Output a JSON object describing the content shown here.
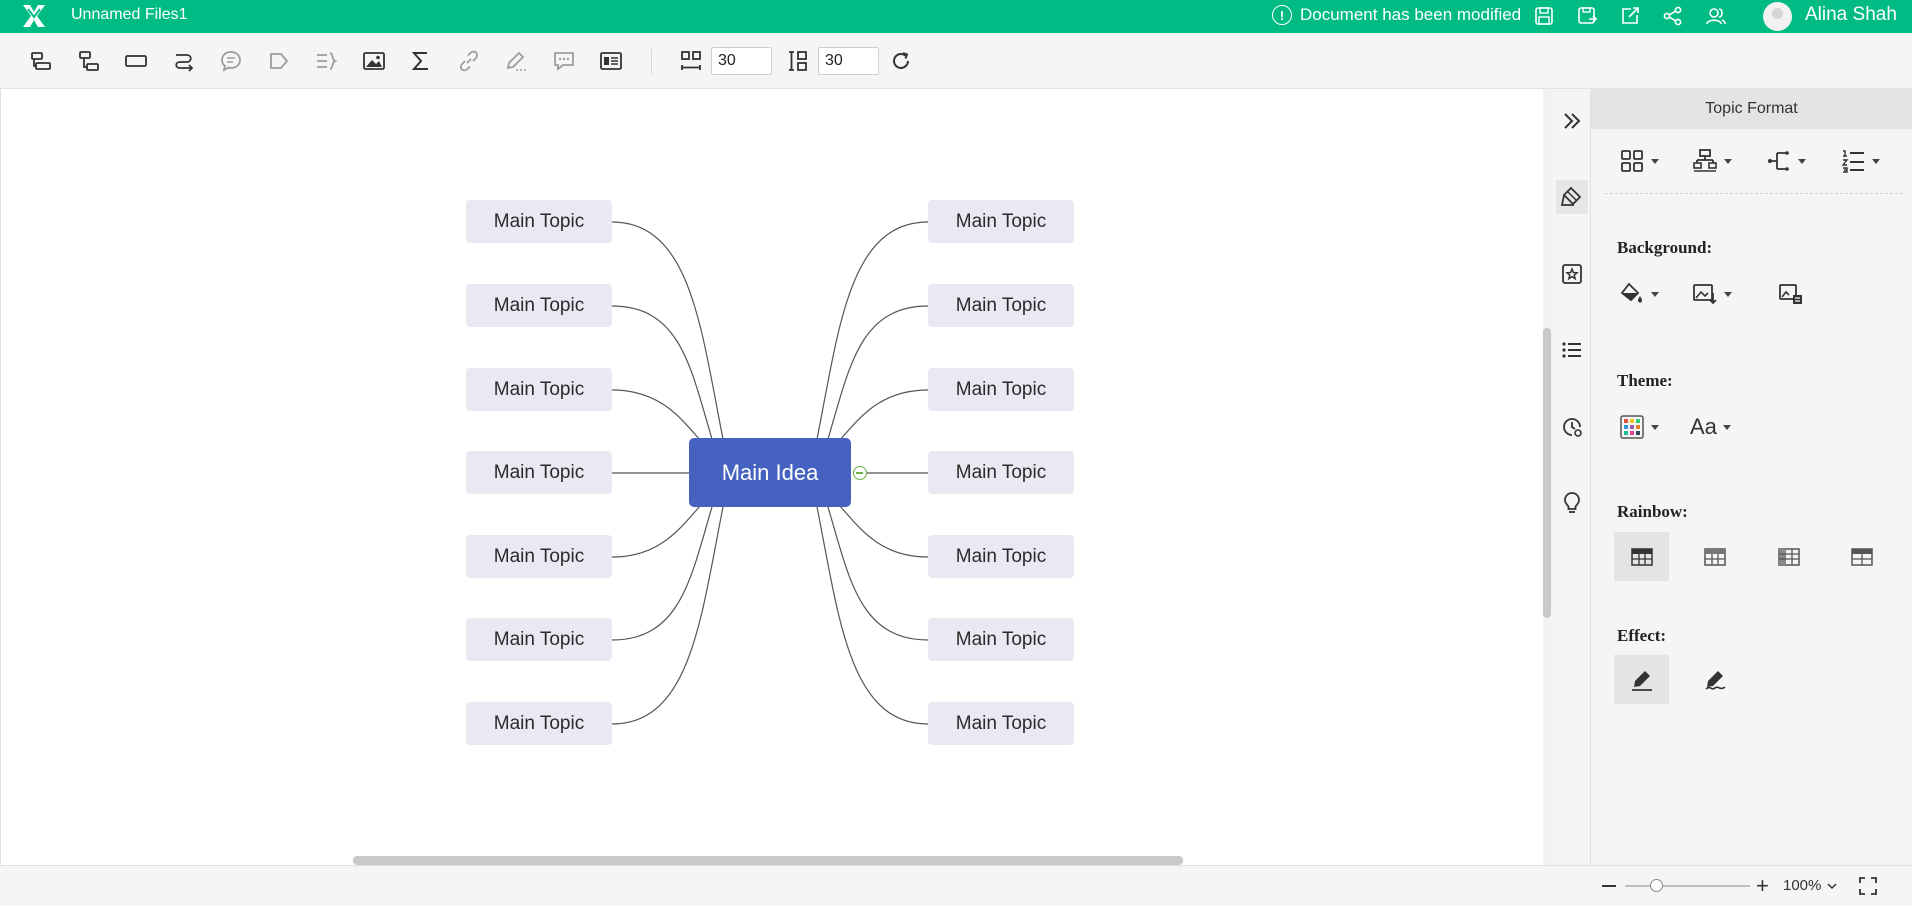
{
  "titlebar": {
    "filename": "Unnamed Files1",
    "status_text": "Document has been modified",
    "user_name": "Alina Shah",
    "bg_color": "#00bc84",
    "icons": [
      "save-icon",
      "save-as-icon",
      "export-icon",
      "share-icon",
      "collaborate-icon"
    ]
  },
  "toolbar": {
    "tools": [
      "insert-topic-icon",
      "insert-subtopic-icon",
      "floating-topic-icon",
      "relationship-icon",
      "callout-icon",
      "summary-icon",
      "boundary-icon",
      "image-icon",
      "formula-icon",
      "hyperlink-icon",
      "attachment-icon",
      "comment-icon",
      "note-icon"
    ],
    "horizontal_spacing": "30",
    "vertical_spacing": "30"
  },
  "mindmap": {
    "central": "Main Idea",
    "central_color": "#4662c1",
    "topic_color": "#e9e9f4",
    "left_topics": [
      "Main Topic",
      "Main Topic",
      "Main Topic",
      "Main Topic",
      "Main Topic",
      "Main Topic",
      "Main Topic"
    ],
    "right_topics": [
      "Main Topic",
      "Main Topic",
      "Main Topic",
      "Main Topic",
      "Main Topic",
      "Main Topic",
      "Main Topic"
    ]
  },
  "rail": {
    "items": [
      "collapse-panel-icon",
      "topic-format-icon",
      "clipart-icon",
      "outline-icon",
      "history-icon",
      "idea-icon"
    ]
  },
  "panel": {
    "title": "Topic Format",
    "background_label": "Background:",
    "theme_label": "Theme:",
    "theme_font_label": "Aa",
    "rainbow_label": "Rainbow:",
    "effect_label": "Effect:"
  },
  "statusbar": {
    "zoom": "100%"
  }
}
